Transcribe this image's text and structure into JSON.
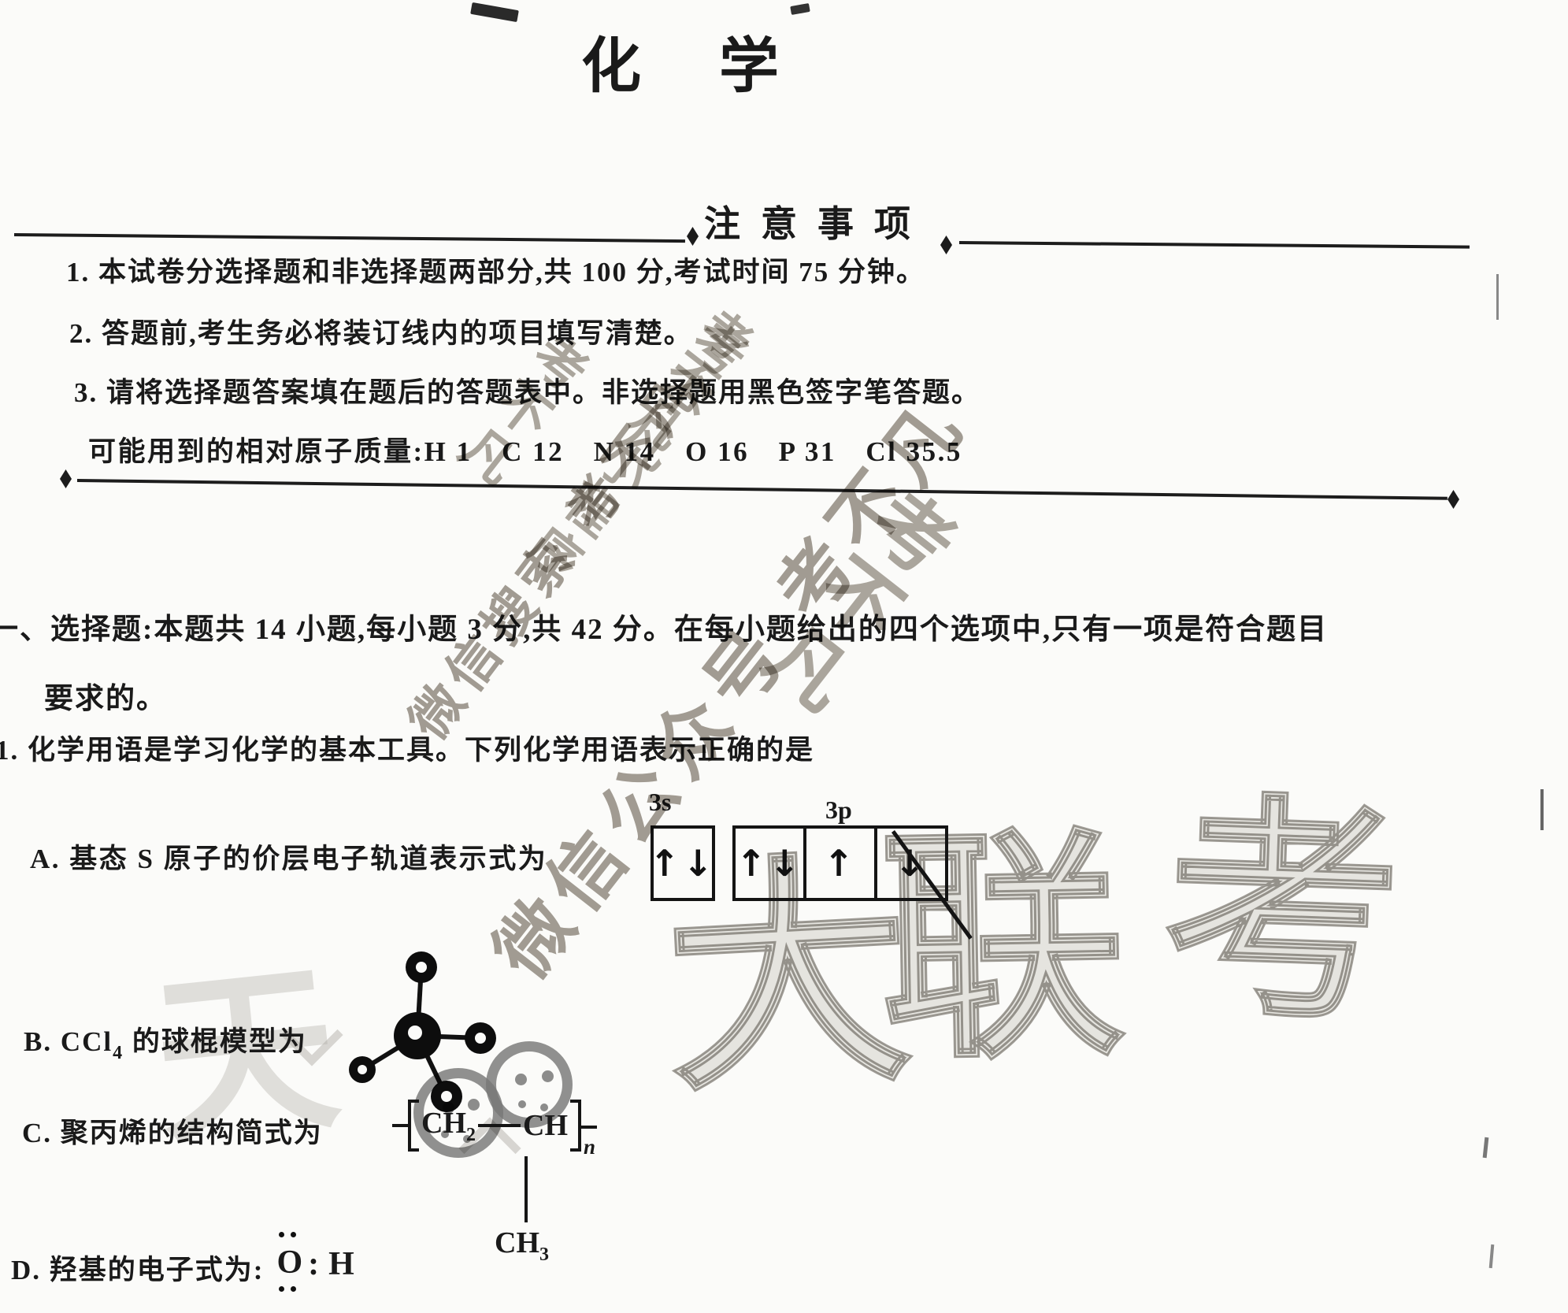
{
  "doc": {
    "title": "化 学",
    "notice": {
      "header": "注意事项",
      "item1": "1. 本试卷分选择题和非选择题两部分,共 100 分,考试时间 75 分钟。",
      "item2": "2. 答题前,考生务必将装订线内的项目填写清楚。",
      "item3": "3. 请将选择题答案填在题后的答题表中。非选择题用黑色签字笔答题。",
      "masses": "可能用到的相对原子质量:H 1　C 12　N 14　O 16　P 31　Cl 35.5"
    },
    "section": {
      "line1": "一、选择题:本题共 14 小题,每小题 3 分,共 42 分。在每小题给出的四个选项中,只有一项是符合题目",
      "line2": "要求的。"
    },
    "q1": {
      "stem": "1. 化学用语是学习化学的基本工具。下列化学用语表示正确的是",
      "optionA": {
        "text": "A. 基态 S 原子的价层电子轨道表示式为",
        "s_label": "3s",
        "p_label": "3p",
        "s_box": "↑↓",
        "p_box1": "↑↓",
        "p_box2": "↑",
        "p_box3": "↓"
      },
      "optionB": {
        "pre": "B. CCl",
        "sub": "4",
        "post": " 的球棍模型为"
      },
      "optionC": {
        "text": "C. 聚丙烯的结构简式为",
        "unit1": "CH",
        "unit1_sub": "2",
        "unit2": "CH",
        "n": "n",
        "branch": "CH",
        "branch_sub": "3"
      },
      "optionD": {
        "text": "D. 羟基的电子式为:",
        "o": "O",
        "colon": ":",
        "h": "H"
      }
    },
    "watermarks": {
      "search": "微信搜索 考不凡",
      "official": "微信公众号 考不凡",
      "miniprog": "考不凡小程序",
      "brand1": "考不凡",
      "brand2": "考不凡",
      "brand3": "考不凡",
      "cal_1": "大",
      "cal_2": "联",
      "cal_3": "考",
      "faint": "天"
    }
  }
}
